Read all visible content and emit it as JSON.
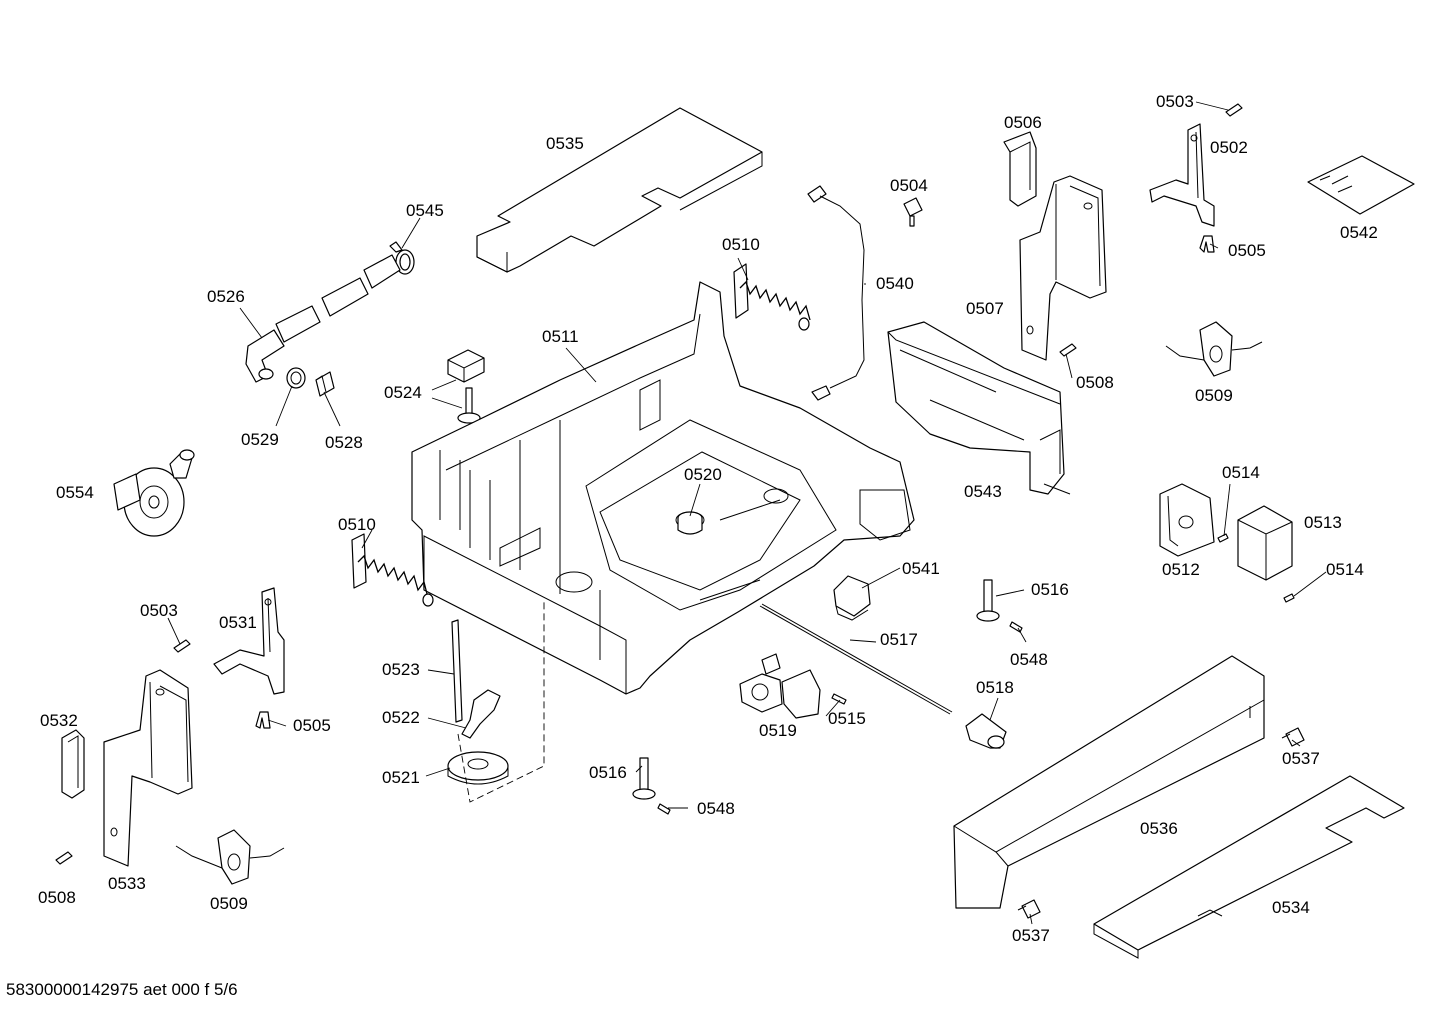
{
  "parts": [
    {
      "id": "p0535",
      "label": "0535"
    },
    {
      "id": "p0545",
      "label": "0545"
    },
    {
      "id": "p0526",
      "label": "0526"
    },
    {
      "id": "p0529",
      "label": "0529"
    },
    {
      "id": "p0528",
      "label": "0528"
    },
    {
      "id": "p0524",
      "label": "0524"
    },
    {
      "id": "p0511",
      "label": "0511"
    },
    {
      "id": "p0510a",
      "label": "0510"
    },
    {
      "id": "p0510b",
      "label": "0510"
    },
    {
      "id": "p0554",
      "label": "0554"
    },
    {
      "id": "p0520",
      "label": "0520"
    },
    {
      "id": "p0540",
      "label": "0540"
    },
    {
      "id": "p0504",
      "label": "0504"
    },
    {
      "id": "p0506",
      "label": "0506"
    },
    {
      "id": "p0507",
      "label": "0507"
    },
    {
      "id": "p0508a",
      "label": "0508"
    },
    {
      "id": "p0503a",
      "label": "0503"
    },
    {
      "id": "p0502",
      "label": "0502"
    },
    {
      "id": "p0505a",
      "label": "0505"
    },
    {
      "id": "p0542",
      "label": "0542"
    },
    {
      "id": "p0509a",
      "label": "0509"
    },
    {
      "id": "p0543",
      "label": "0543"
    },
    {
      "id": "p0514a",
      "label": "0514"
    },
    {
      "id": "p0513",
      "label": "0513"
    },
    {
      "id": "p0512",
      "label": "0512"
    },
    {
      "id": "p0514b",
      "label": "0514"
    },
    {
      "id": "p0541",
      "label": "0541"
    },
    {
      "id": "p0516a",
      "label": "0516"
    },
    {
      "id": "p0548a",
      "label": "0548"
    },
    {
      "id": "p0517",
      "label": "0517"
    },
    {
      "id": "p0518",
      "label": "0518"
    },
    {
      "id": "p0519",
      "label": "0519"
    },
    {
      "id": "p0515",
      "label": "0515"
    },
    {
      "id": "p0503b",
      "label": "0503"
    },
    {
      "id": "p0531",
      "label": "0531"
    },
    {
      "id": "p0532",
      "label": "0532"
    },
    {
      "id": "p0505b",
      "label": "0505"
    },
    {
      "id": "p0523",
      "label": "0523"
    },
    {
      "id": "p0522",
      "label": "0522"
    },
    {
      "id": "p0521",
      "label": "0521"
    },
    {
      "id": "p0533",
      "label": "0533"
    },
    {
      "id": "p0508b",
      "label": "0508"
    },
    {
      "id": "p0509b",
      "label": "0509"
    },
    {
      "id": "p0516b",
      "label": "0516"
    },
    {
      "id": "p0548b",
      "label": "0548"
    },
    {
      "id": "p0537a",
      "label": "0537"
    },
    {
      "id": "p0536",
      "label": "0536"
    },
    {
      "id": "p0534",
      "label": "0534"
    },
    {
      "id": "p0537b",
      "label": "0537"
    }
  ],
  "footer": {
    "text": "58300000142975 aet 000 f 5/6"
  }
}
